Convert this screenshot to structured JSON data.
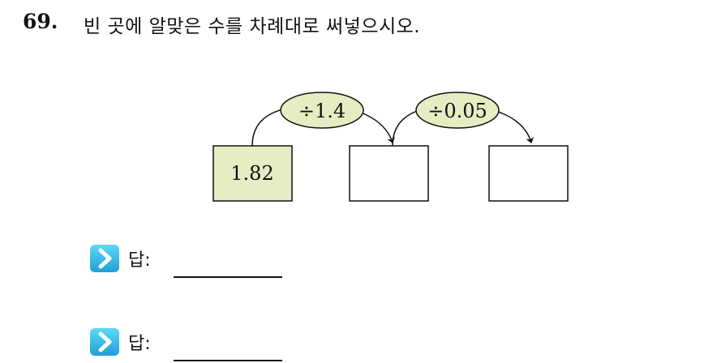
{
  "question": {
    "number": "69.",
    "text": "빈 곳에 알맞은 수를 차례대로 써넣으시오."
  },
  "diagram": {
    "start_value": "1.82",
    "operation_1": "÷1.4",
    "operation_2": "÷0.05",
    "blank_1": "",
    "blank_2": "",
    "colors": {
      "highlight_fill": "#e8ecc2",
      "stroke": "#111111"
    }
  },
  "answers": [
    {
      "label": "답:",
      "value": "",
      "icon": "chevron-right-icon"
    },
    {
      "label": "답:",
      "value": "",
      "icon": "chevron-right-icon"
    }
  ],
  "colors": {
    "icon_gradient_top": "#5ed8f5",
    "icon_gradient_bottom": "#1f9fd6"
  }
}
